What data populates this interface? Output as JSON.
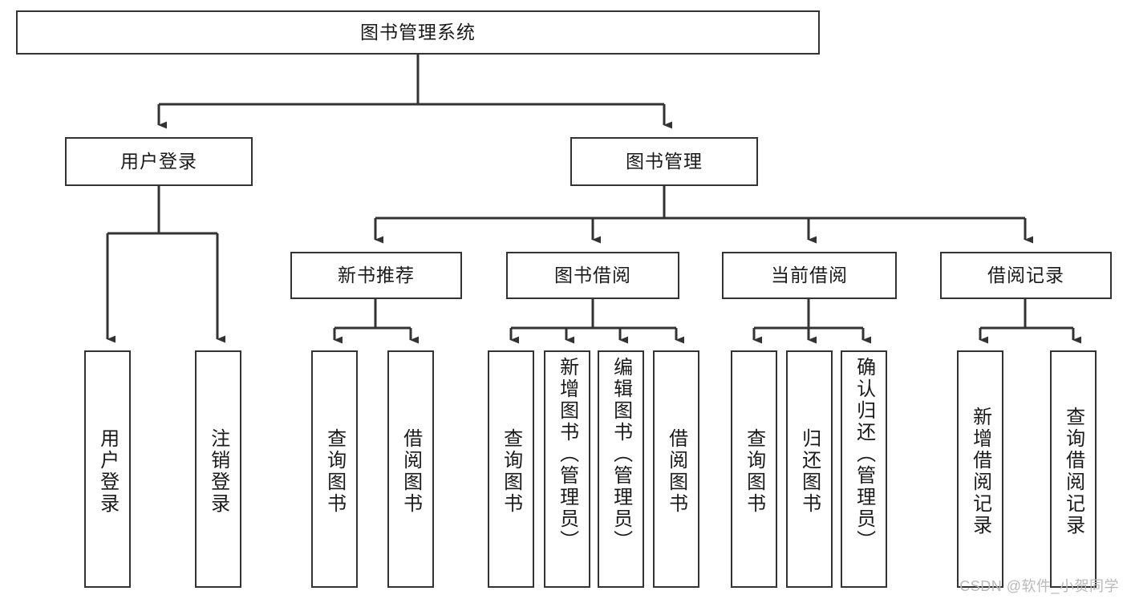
{
  "diagram": {
    "title_box": {
      "label": "图书管理系统"
    },
    "level2": [
      {
        "id": "user-login",
        "label": "用户登录"
      },
      {
        "id": "book-management",
        "label": "图书管理"
      }
    ],
    "level3": [
      {
        "id": "new-book-recommend",
        "label": "新书推荐"
      },
      {
        "id": "book-borrow",
        "label": "图书借阅"
      },
      {
        "id": "current-borrow",
        "label": "当前借阅"
      },
      {
        "id": "borrow-record",
        "label": "借阅记录"
      }
    ],
    "leaves": [
      {
        "id": "leaf-user-login",
        "label": "用户登录",
        "vcenter": true
      },
      {
        "id": "leaf-logout-login",
        "label": "注销登录",
        "vcenter": true
      },
      {
        "id": "leaf-query-book-1",
        "label": "查询图书",
        "vcenter": true
      },
      {
        "id": "leaf-borrow-book-1",
        "label": "借阅图书",
        "vcenter": true
      },
      {
        "id": "leaf-query-book-2",
        "label": "查询图书",
        "vcenter": true
      },
      {
        "id": "leaf-add-book-admin",
        "label": "新增图书（管理员）",
        "vcenter": false
      },
      {
        "id": "leaf-edit-book-admin",
        "label": "编辑图书（管理员）",
        "vcenter": false
      },
      {
        "id": "leaf-borrow-book-2",
        "label": "借阅图书",
        "vcenter": true
      },
      {
        "id": "leaf-query-book-3",
        "label": "查询图书",
        "vcenter": true
      },
      {
        "id": "leaf-return-book",
        "label": "归还图书",
        "vcenter": true
      },
      {
        "id": "leaf-confirm-return-admin",
        "label": "确认归还（管理员）",
        "vcenter": false
      },
      {
        "id": "leaf-add-borrow-record",
        "label": "新增借阅记录",
        "vcenter": true
      },
      {
        "id": "leaf-query-borrow-record",
        "label": "查询借阅记录",
        "vcenter": true
      }
    ],
    "watermark": "CSDN @软件_小贺同学",
    "colors": {
      "stroke": "#333333",
      "fill": "#ffffff",
      "text": "#1a1a1a",
      "watermark": "#b9b9b9"
    }
  }
}
